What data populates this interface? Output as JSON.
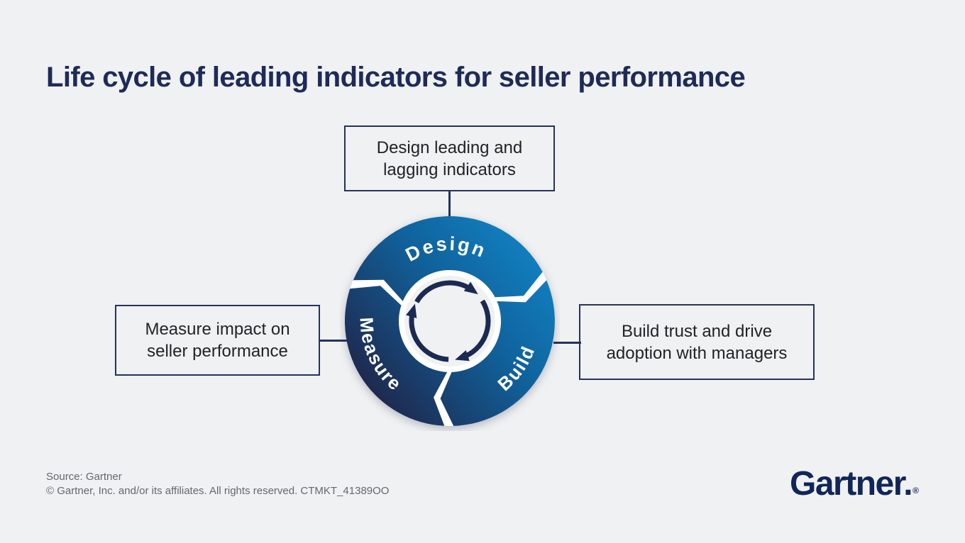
{
  "page": {
    "title": "Life cycle of leading indicators for seller performance",
    "background_color": "#f0f1f2",
    "title_color": "#1e2b58"
  },
  "diagram": {
    "callouts": {
      "top": "Design leading and lagging indicators",
      "left": "Measure impact on seller performance",
      "right": "Build trust and drive adoption with managers"
    },
    "cycle": {
      "segments": [
        {
          "label": "Design"
        },
        {
          "label": "Build"
        },
        {
          "label": "Measure"
        }
      ],
      "flow": "clockwise",
      "colors": {
        "gradient_bright": "#1283c4",
        "gradient_mid": "#10629c",
        "gradient_dark": "#1e2a50",
        "separator_white": "#ffffff",
        "center_arrow_navy": "#1b2a52",
        "border_navy": "#25335c"
      }
    }
  },
  "footer": {
    "source": "Source: Gartner",
    "copyright": "© Gartner, Inc. and/or its affiliates. All rights reserved. CTMKT_41389OO",
    "logo_text": "Gartner.",
    "logo_mark": "®"
  }
}
